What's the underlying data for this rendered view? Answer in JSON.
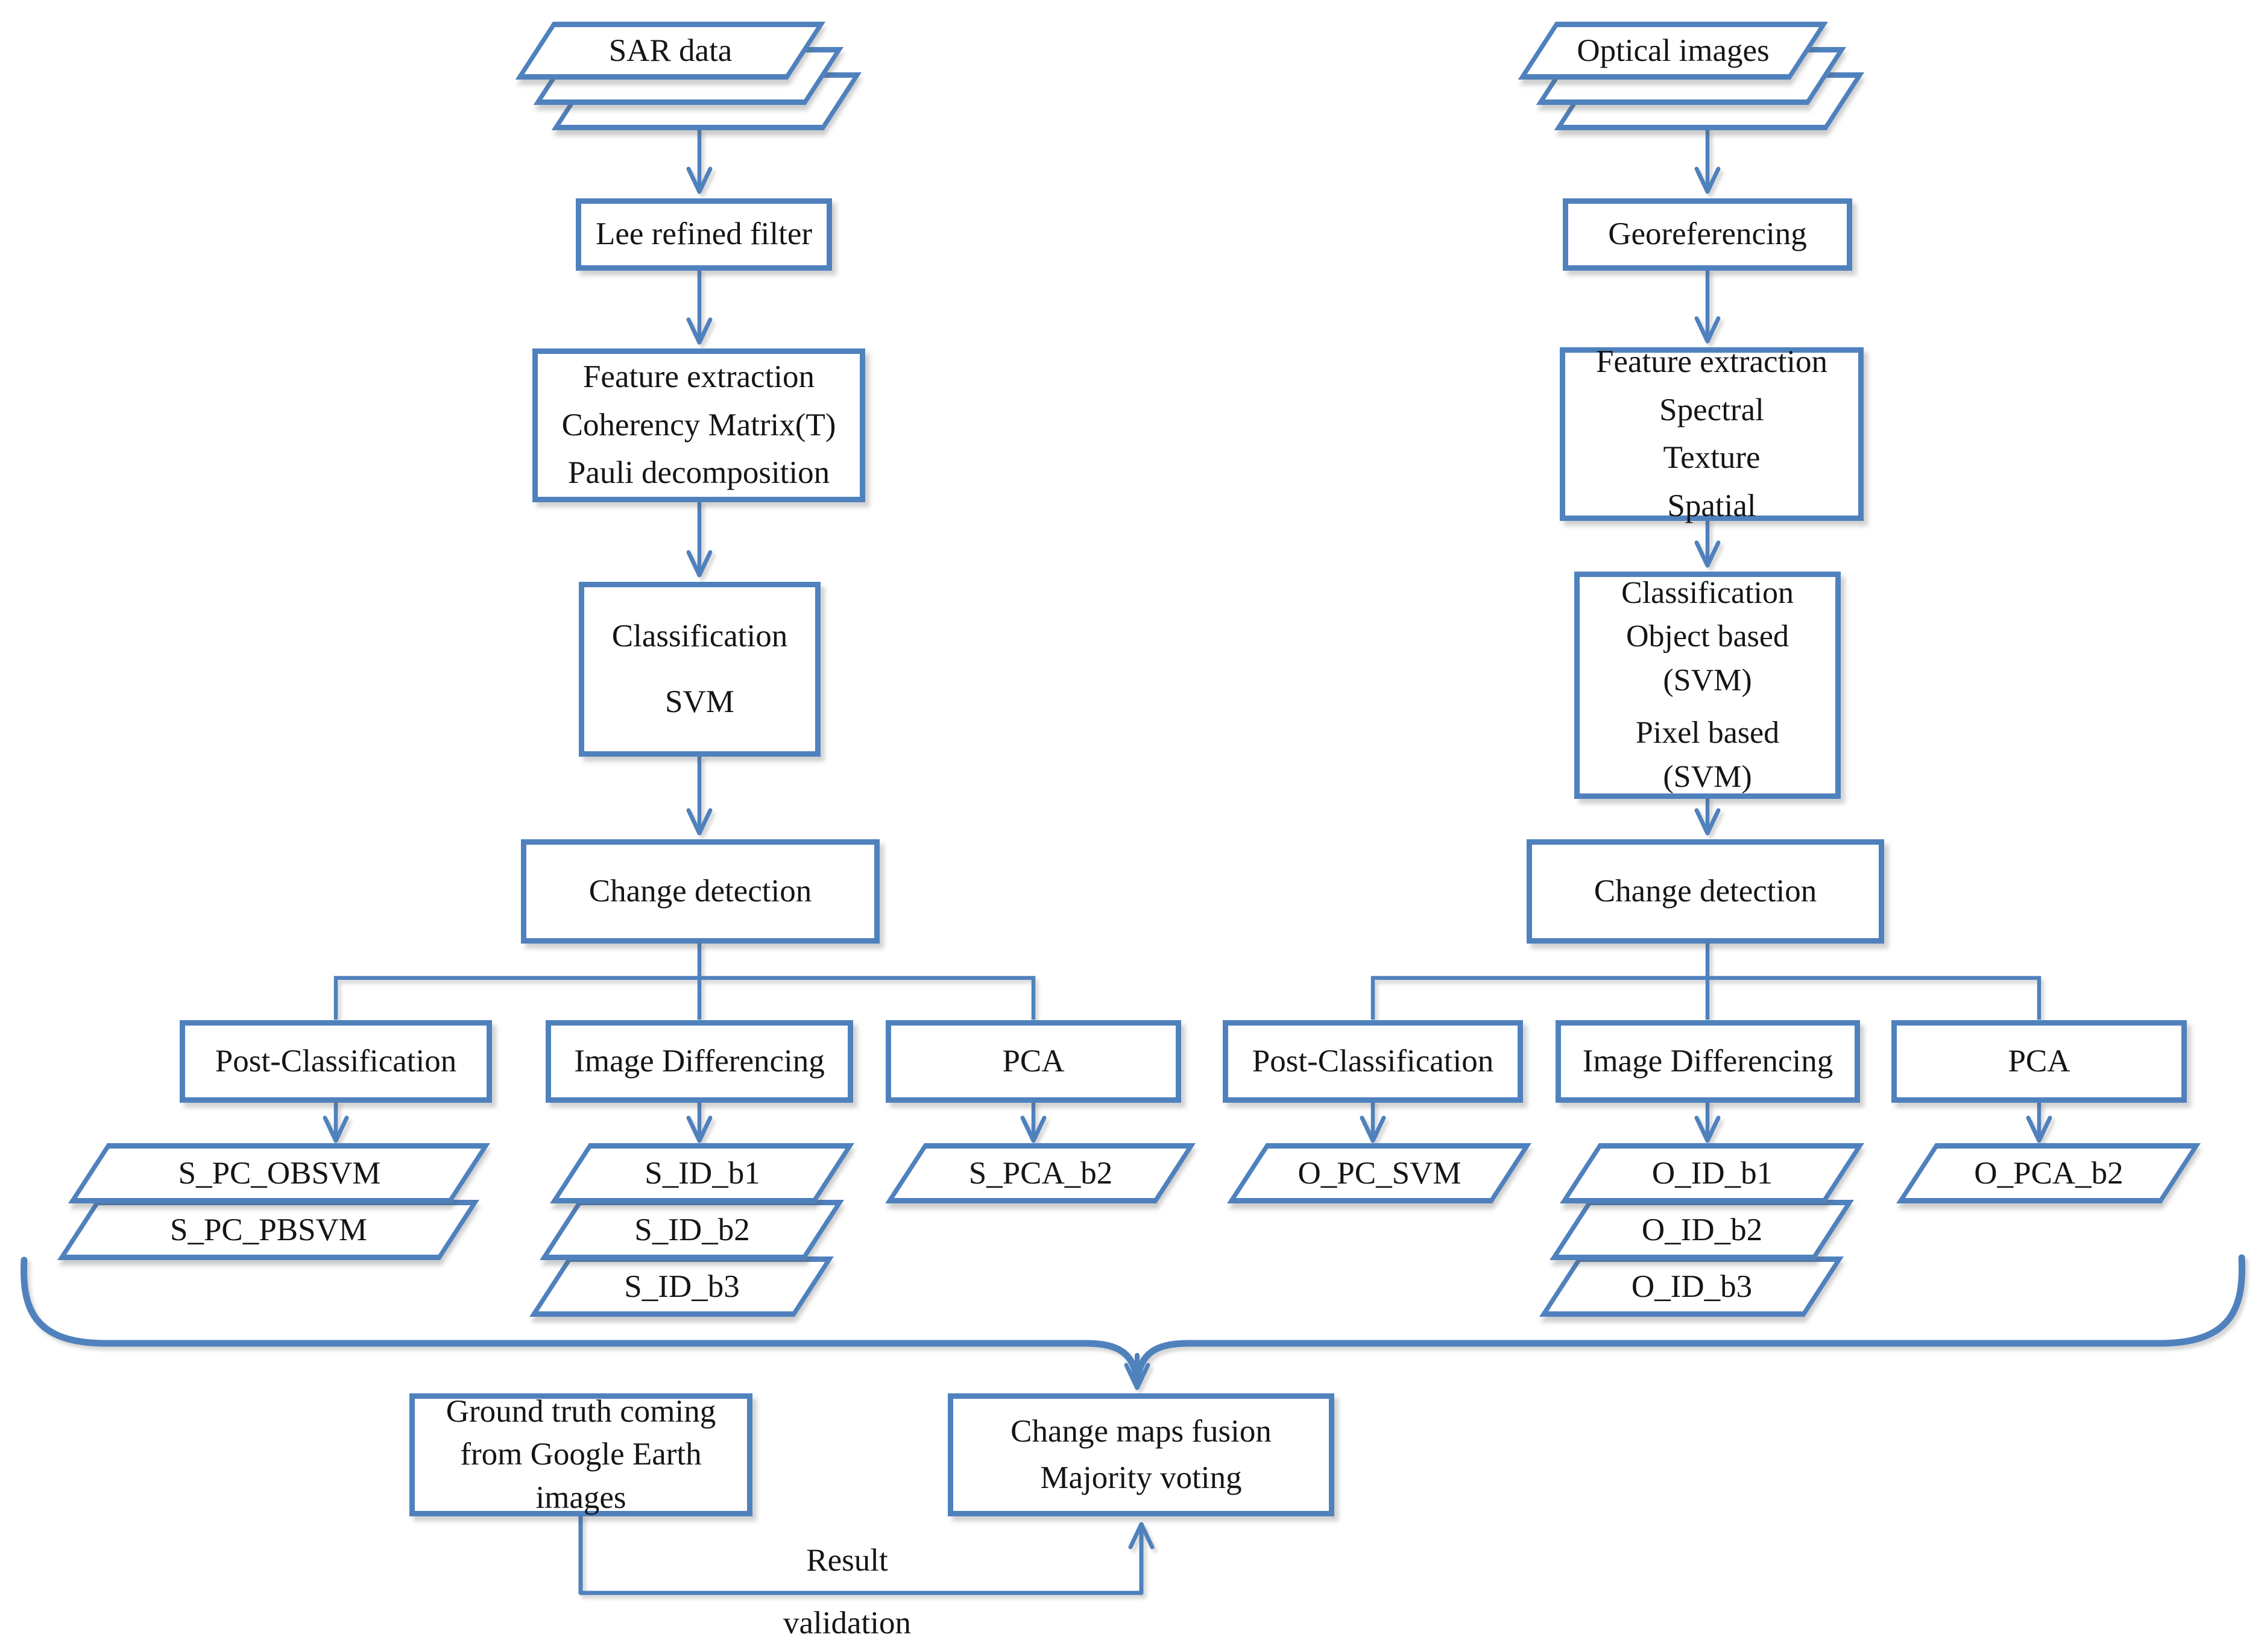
{
  "colors": {
    "line": "#4f81bd",
    "text": "#151515"
  },
  "left": {
    "source": "SAR data",
    "filter": "Lee refined filter",
    "feature_lines": [
      "Feature extraction",
      "Coherency Matrix(T)",
      "Pauli decomposition"
    ],
    "classification_lines": [
      "Classification",
      "SVM"
    ],
    "change_detection": "Change detection",
    "method_pc": "Post-Classification",
    "method_id": "Image Differencing",
    "method_pca": "PCA",
    "out_pc": [
      "S_PC_OBSVM",
      "S_PC_PBSVM"
    ],
    "out_id": [
      "S_ID_b1",
      "S_ID_b2",
      "S_ID_b3"
    ],
    "out_pca": [
      "S_PCA_b2"
    ]
  },
  "right": {
    "source": "Optical images",
    "georeferencing": "Georeferencing",
    "feature_lines": [
      "Feature extraction",
      "Spectral",
      "Texture",
      "Spatial"
    ],
    "classification_lines": [
      "Classification",
      "Object based",
      "(SVM)",
      "Pixel based",
      "(SVM)"
    ],
    "change_detection": "Change detection",
    "method_pc": "Post-Classification",
    "method_id": "Image Differencing",
    "method_pca": "PCA",
    "out_pc": [
      "O_PC_SVM"
    ],
    "out_id": [
      "O_ID_b1",
      "O_ID_b2",
      "O_ID_b3"
    ],
    "out_pca": [
      "O_PCA_b2"
    ]
  },
  "bottom": {
    "ground_truth_lines": [
      "Ground truth coming",
      "from Google Earth",
      "images"
    ],
    "fusion_lines": [
      "Change maps fusion",
      "Majority voting"
    ],
    "validation_lines": [
      "Result",
      "validation"
    ]
  }
}
